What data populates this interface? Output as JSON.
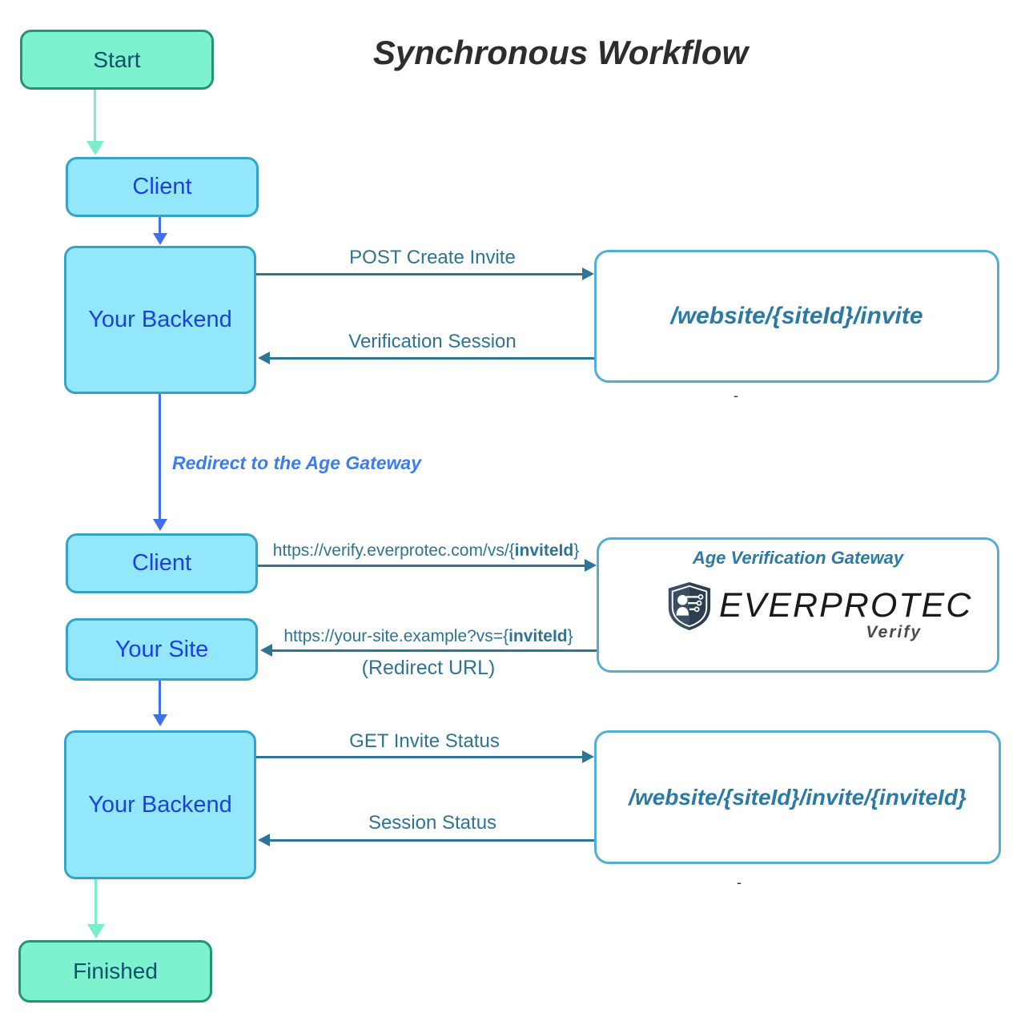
{
  "title": "Synchronous Workflow",
  "nodes": {
    "start": "Start",
    "client1": "Client",
    "backend1": "Your Backend",
    "client2": "Client",
    "your_site": "Your Site",
    "backend2": "Your Backend",
    "finished": "Finished"
  },
  "endpoints": {
    "create_invite": "/website/{siteId}/invite",
    "invite_status": "/website/{siteId}/invite/{inviteId}"
  },
  "gateway": {
    "title": "Age Verification Gateway",
    "brand": "EVERPROTEC",
    "brand_sub": "Verify",
    "logo_icon": "shield-circuit-icon"
  },
  "labels": {
    "post_create_invite": "POST Create Invite",
    "verification_session": "Verification Session",
    "redirect_gateway": "Redirect to the Age Gateway",
    "verify_url_prefix": "https://verify.everprotec.com/vs/{",
    "verify_url_bold": "inviteId",
    "verify_url_suffix": "}",
    "site_url_prefix": "https://your-site.example?vs={",
    "site_url_bold": "inviteId",
    "site_url_suffix": "}",
    "redirect_url": "(Redirect URL)",
    "get_invite_status": "GET Invite Status",
    "session_status": "Session Status",
    "stray_dash_1": "-",
    "stray_dash_2": "-"
  },
  "colors": {
    "green_fill": "#7df2cf",
    "green_border": "#2a9179",
    "green_text": "#11506c",
    "blue_fill": "#92e8fa",
    "blue_border": "#35a3c8",
    "blue_text": "#1d3fe3",
    "endpoint_border": "#54aed3",
    "endpoint_text": "#2a7aa4",
    "teal_arrow": "#2d7596",
    "teal_label": "#2d7394",
    "blue_arrow": "#4170e8",
    "mint_arrow": "#7bedcc",
    "redirect_label": "#3b7cf2",
    "title_text": "#2d2d2d"
  }
}
